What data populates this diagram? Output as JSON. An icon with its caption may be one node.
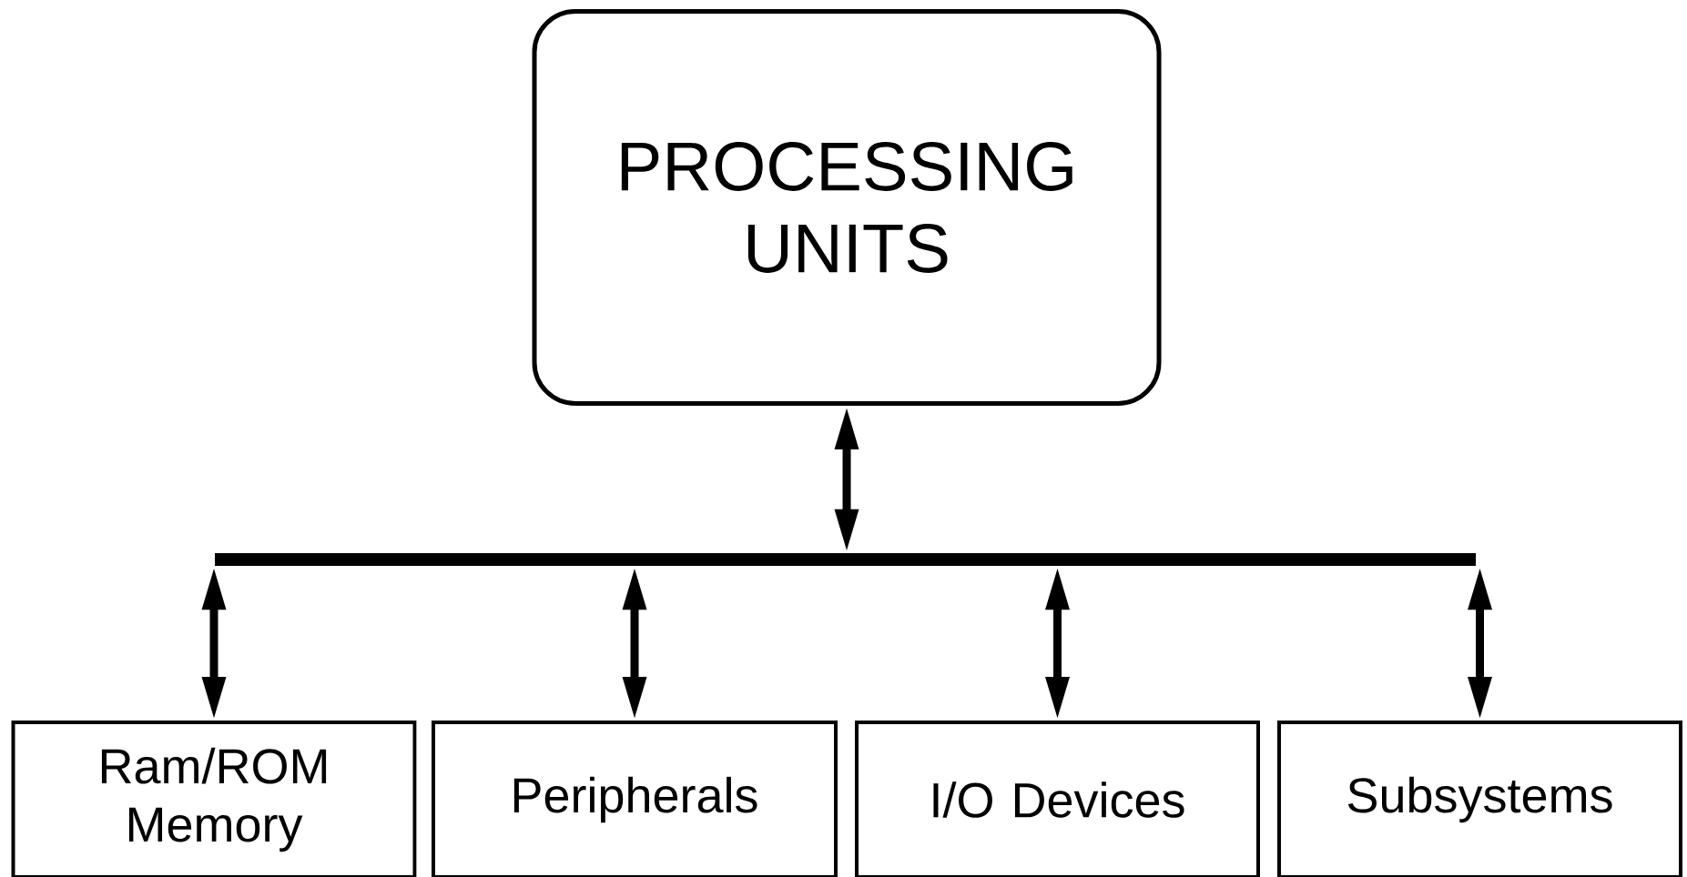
{
  "diagram": {
    "nodes": [
      {
        "text": [
          "PROCESSING UNITS"
        ]
      },
      {
        "text": [],
        "shape": "bar"
      },
      {
        "text": [
          "Ram/ROM Memory"
        ]
      },
      {
        "text": [
          "Peripherals"
        ]
      },
      {
        "text": [
          "I/O Devices"
        ]
      },
      {
        "text": [
          "Subsystems"
        ]
      }
    ],
    "edges": [
      {
        "from": 0,
        "to": 1,
        "arrow": "both"
      },
      {
        "from": 1,
        "to": 2,
        "arrow": "both"
      },
      {
        "from": 1,
        "to": 3,
        "arrow": "both"
      },
      {
        "from": 1,
        "to": 4,
        "arrow": "both"
      },
      {
        "from": 1,
        "to": 5,
        "arrow": "both"
      }
    ]
  }
}
